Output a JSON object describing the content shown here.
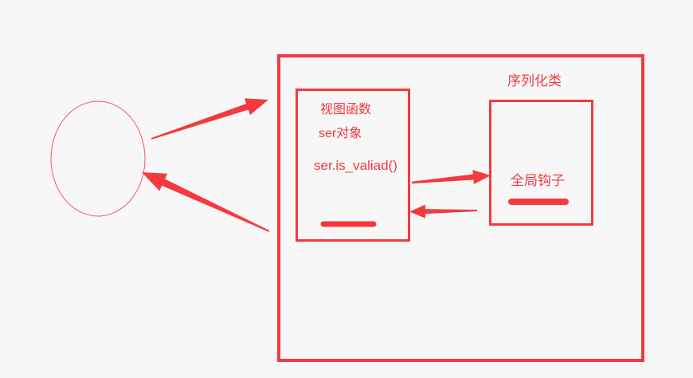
{
  "colors": {
    "background": "#f7f7f7",
    "accent_red": "#f4393f"
  },
  "labels": {
    "serializer_class": "序列化类",
    "view_function": "视图函数",
    "ser_object": "ser对象",
    "is_valid_call": "ser.is_valiad()",
    "global_hook": "全局钩子"
  }
}
